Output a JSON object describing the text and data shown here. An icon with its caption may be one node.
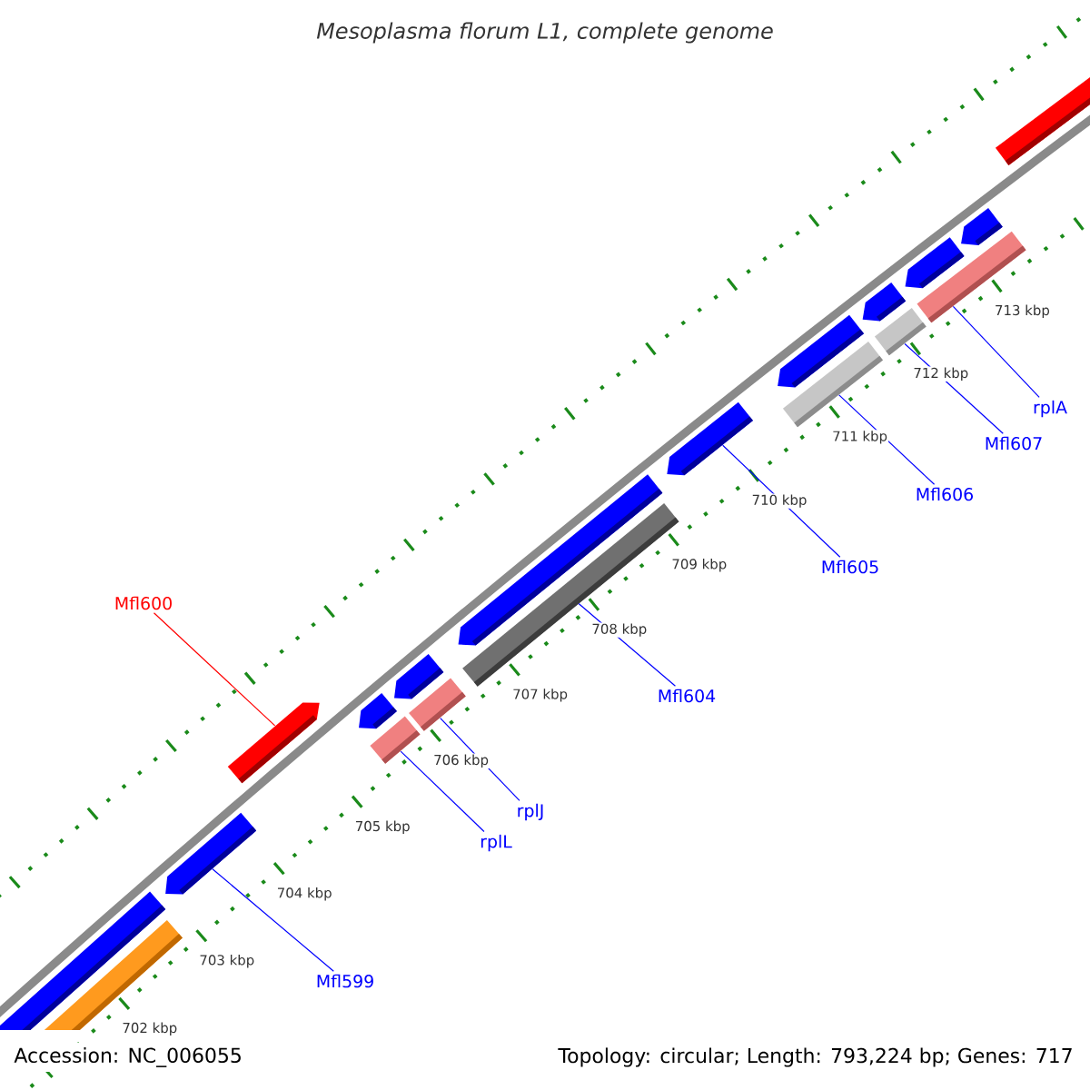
{
  "diagram": {
    "title": "Mesoplasma florum L1, complete genome",
    "nodes": [
      {
        "text": [
          "Mfl600"
        ]
      },
      {
        "text": [],
        "shape": "arrow"
      },
      {
        "text": [
          "Mfl599"
        ]
      },
      {
        "text": [],
        "shape": "arrow"
      },
      {
        "text": [
          "rplL"
        ]
      },
      {
        "text": [],
        "shape": "bar"
      },
      {
        "text": [
          "rplJ"
        ]
      },
      {
        "text": [],
        "shape": "bar"
      },
      {
        "text": [
          "Mfl604"
        ]
      },
      {
        "text": [],
        "shape": "bar"
      },
      {
        "text": [
          "Mfl605"
        ]
      },
      {
        "text": [],
        "shape": "arrow"
      },
      {
        "text": [
          "Mfl606"
        ]
      },
      {
        "text": [],
        "shape": "bar"
      },
      {
        "text": [
          "Mfl607"
        ]
      },
      {
        "text": [],
        "shape": "bar"
      },
      {
        "text": [
          "rplA"
        ]
      },
      {
        "text": [],
        "shape": "bar"
      },
      {
        "text": [],
        "shape": "arrow"
      },
      {
        "text": [],
        "shape": "arrow"
      },
      {
        "text": [],
        "shape": "arrow"
      },
      {
        "text": [],
        "shape": "arrow"
      },
      {
        "text": [],
        "shape": "arrow"
      },
      {
        "text": [],
        "shape": "arrow"
      },
      {
        "text": [],
        "shape": "arrow"
      },
      {
        "text": [],
        "shape": "arrow"
      },
      {
        "text": [],
        "shape": "arrow"
      },
      {
        "text": [],
        "shape": "bar"
      }
    ],
    "edges": [
      {
        "from": 0,
        "to": 1,
        "arrow": "none",
        "color": "#ff0000"
      },
      {
        "from": 2,
        "to": 3,
        "arrow": "none"
      },
      {
        "from": 4,
        "to": 5,
        "arrow": "none"
      },
      {
        "from": 6,
        "to": 7,
        "arrow": "none"
      },
      {
        "from": 8,
        "to": 9,
        "arrow": "none"
      },
      {
        "from": 10,
        "to": 11,
        "arrow": "none"
      },
      {
        "from": 12,
        "to": 13,
        "arrow": "none"
      },
      {
        "from": 14,
        "to": 15,
        "arrow": "none"
      },
      {
        "from": 16,
        "to": 17,
        "arrow": "none"
      }
    ],
    "labels": [
      "702 kbp",
      "703 kbp",
      "704 kbp",
      "705 kbp",
      "706 kbp",
      "707 kbp",
      "708 kbp",
      "709 kbp",
      "710 kbp",
      "711 kbp",
      "712 kbp",
      "713 kbp",
      "Accession: NC_006055",
      "Topology: circular; Length: 793,224 bp; Genes: 717"
    ]
  }
}
